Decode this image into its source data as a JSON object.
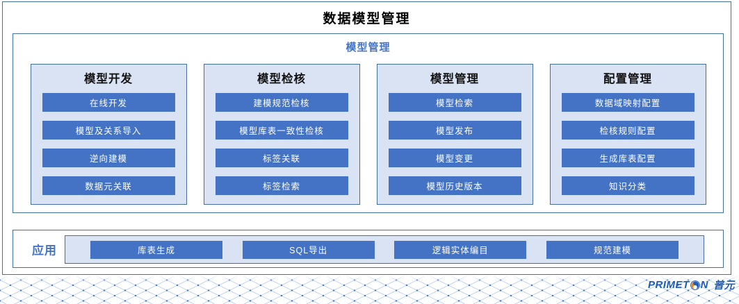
{
  "title": "数据模型管理",
  "model_management": {
    "label": "模型管理",
    "columns": [
      {
        "header": "模型开发",
        "items": [
          "在线开发",
          "模型及关系导入",
          "逆向建模",
          "数据元关联"
        ]
      },
      {
        "header": "模型检核",
        "items": [
          "建模规范检核",
          "模型库表一致性检核",
          "标签关联",
          "标签检索"
        ]
      },
      {
        "header": "模型管理",
        "items": [
          "模型检索",
          "模型发布",
          "模型变更",
          "模型历史版本"
        ]
      },
      {
        "header": "配置管理",
        "items": [
          "数据域映射配置",
          "检核规则配置",
          "生成库表配置",
          "知识分类"
        ]
      }
    ]
  },
  "application": {
    "label": "应用",
    "items": [
      "库表生成",
      "SQL导出",
      "逻辑实体编目",
      "规范建模"
    ]
  },
  "brand": {
    "latin_prefix": "PRIMET",
    "latin_suffix": "N",
    "cn": "普元"
  },
  "colors": {
    "module_button": "#4472c4",
    "panel_fill": "#dae3f3",
    "frame_border": "#41719c",
    "accent_text": "#4472c4",
    "logo_blue": "#1f5cb5",
    "logo_orange": "#f08300"
  }
}
